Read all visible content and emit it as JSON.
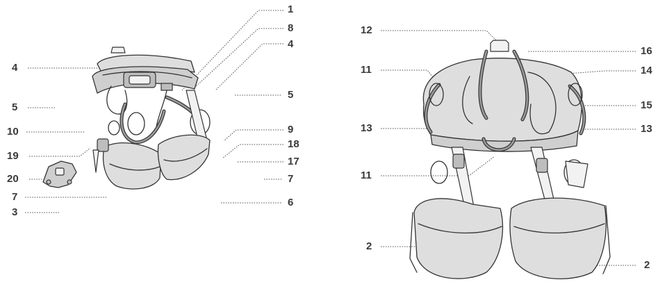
{
  "callouts": {
    "l1": "1",
    "l8": "8",
    "l4b": "4",
    "l4a": "4",
    "l5a": "5",
    "l5b": "5",
    "l10": "10",
    "l9": "9",
    "l18": "18",
    "l19": "19",
    "l17": "17",
    "l20": "20",
    "l7a": "7",
    "l7b": "7",
    "l6": "6",
    "l3": "3",
    "l12": "12",
    "l16": "16",
    "l11a": "11",
    "l14": "14",
    "l15": "15",
    "l13a": "13",
    "l13b": "13",
    "l11b": "11",
    "l2a": "2",
    "l2b": "2"
  },
  "colors": {
    "ink": "#333333",
    "pad": "#dedede",
    "label": "#3a3a3a"
  }
}
